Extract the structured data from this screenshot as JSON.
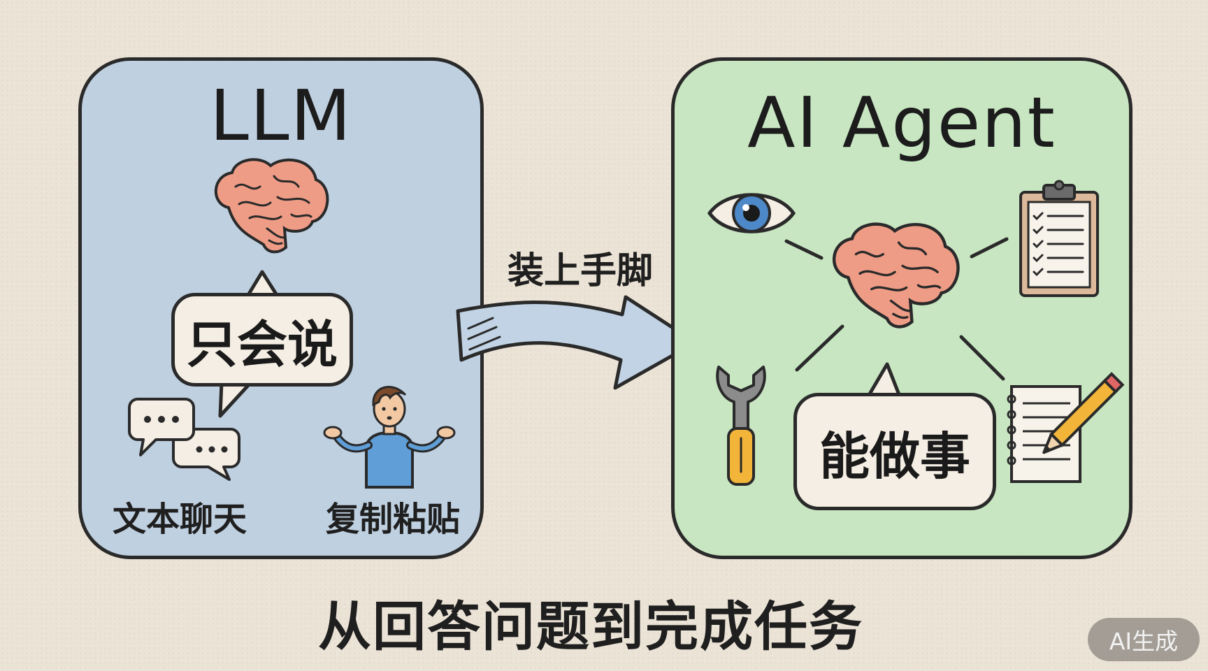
{
  "llm": {
    "title": "LLM",
    "bubble_text": "只会说",
    "label_chat": "文本聊天",
    "label_copy": "复制粘贴"
  },
  "arrow_label": "装上手脚",
  "agent": {
    "title": "AI Agent",
    "bubble_text": "能做事"
  },
  "bottom_caption": "从回答问题到完成任务",
  "badge": "AI生成",
  "colors": {
    "background": "#ebe3d6",
    "llm_panel": "#bfd0e1",
    "agent_panel": "#c8e6c2",
    "brain": "#ef9c86",
    "outline": "#2a2a2a"
  },
  "icons": [
    "brain-icon",
    "chat-bubbles-icon",
    "shrugging-person-icon",
    "arrow-icon",
    "eye-icon",
    "clipboard-icon",
    "wrench-icon",
    "notepad-pencil-icon"
  ]
}
